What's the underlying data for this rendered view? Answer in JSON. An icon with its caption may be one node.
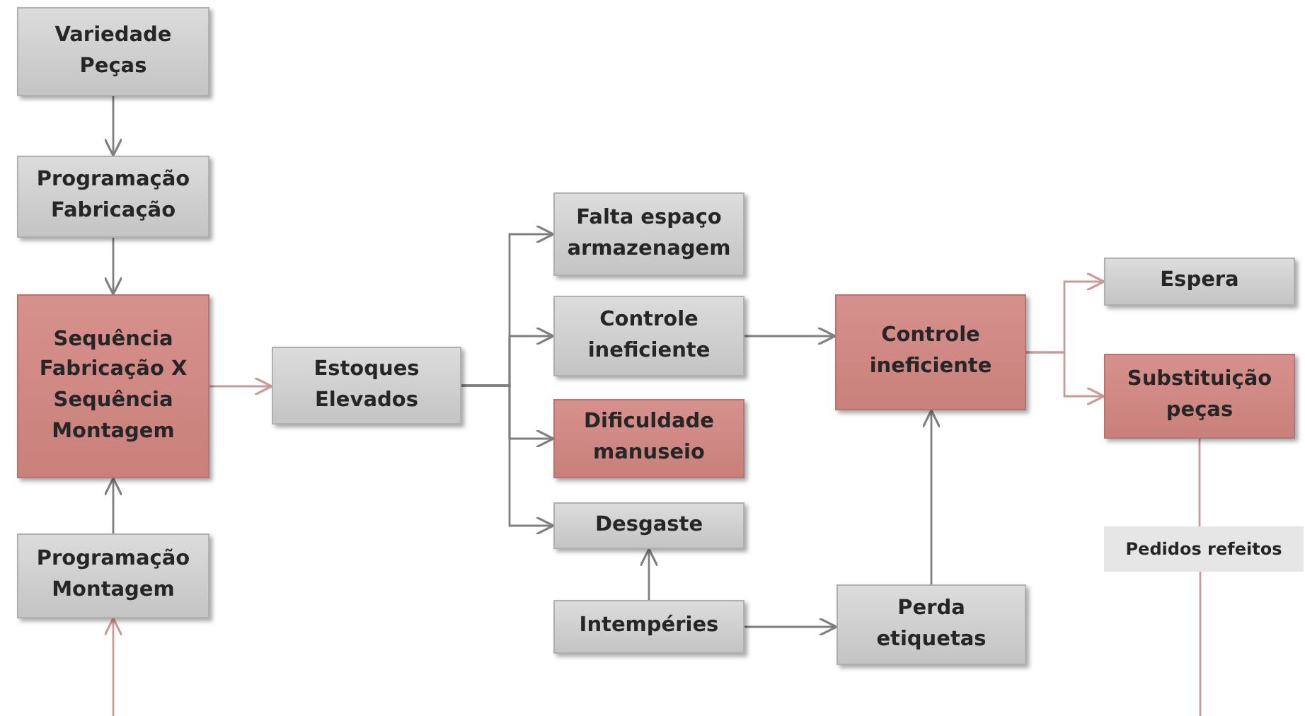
{
  "diagram": {
    "nodes": [
      {
        "text": [
          "Variedade Peças"
        ]
      },
      {
        "text": [
          "Programação Fabricação"
        ]
      },
      {
        "text": [
          "Sequência Fabricação X Sequência Montagem"
        ]
      },
      {
        "text": [
          "Programação Montagem"
        ]
      },
      {
        "text": [
          "Estoques Elevados"
        ]
      },
      {
        "text": [
          "Falta espaço armazenagem"
        ]
      },
      {
        "text": [
          "Controle ineficiente"
        ]
      },
      {
        "text": [
          "Dificuldade manuseio"
        ]
      },
      {
        "text": [
          "Desgaste"
        ]
      },
      {
        "text": [
          "Intempéries"
        ]
      },
      {
        "text": [
          "Perda etiquetas"
        ]
      },
      {
        "text": [
          "Controle ineficiente"
        ]
      },
      {
        "text": [
          "Espera"
        ]
      },
      {
        "text": [
          "Substituição peças"
        ]
      },
      {
        "text": [
          "Pedidos refeitos"
        ]
      }
    ],
    "edges": [
      {
        "from": 0,
        "to": 1,
        "arrow": "to"
      },
      {
        "from": 1,
        "to": 2,
        "arrow": "to"
      },
      {
        "from": 3,
        "to": 2,
        "arrow": "to"
      },
      {
        "from": null,
        "to": 3,
        "arrow": "to",
        "color": "#c99a98"
      },
      {
        "from": 2,
        "to": 4,
        "arrow": "to",
        "color": "#c99a98"
      },
      {
        "from": 4,
        "to": 5,
        "arrow": "to"
      },
      {
        "from": 4,
        "to": 6,
        "arrow": "to"
      },
      {
        "from": 4,
        "to": 7,
        "arrow": "to"
      },
      {
        "from": 4,
        "to": 8,
        "arrow": "to"
      },
      {
        "from": 9,
        "to": 8,
        "arrow": "to"
      },
      {
        "from": 9,
        "to": 10,
        "arrow": "to"
      },
      {
        "from": 10,
        "to": 11,
        "arrow": "to"
      },
      {
        "from": 6,
        "to": 11,
        "arrow": "to"
      },
      {
        "from": 11,
        "to": 12,
        "arrow": "to",
        "color": "#c99a98"
      },
      {
        "from": 11,
        "to": 13,
        "arrow": "to",
        "color": "#c99a98"
      },
      {
        "from": 13,
        "to": 14,
        "arrow": "none",
        "color": "#c99a98"
      },
      {
        "from": 14,
        "to": null,
        "arrow": "none",
        "color": "#c99a98"
      }
    ]
  }
}
